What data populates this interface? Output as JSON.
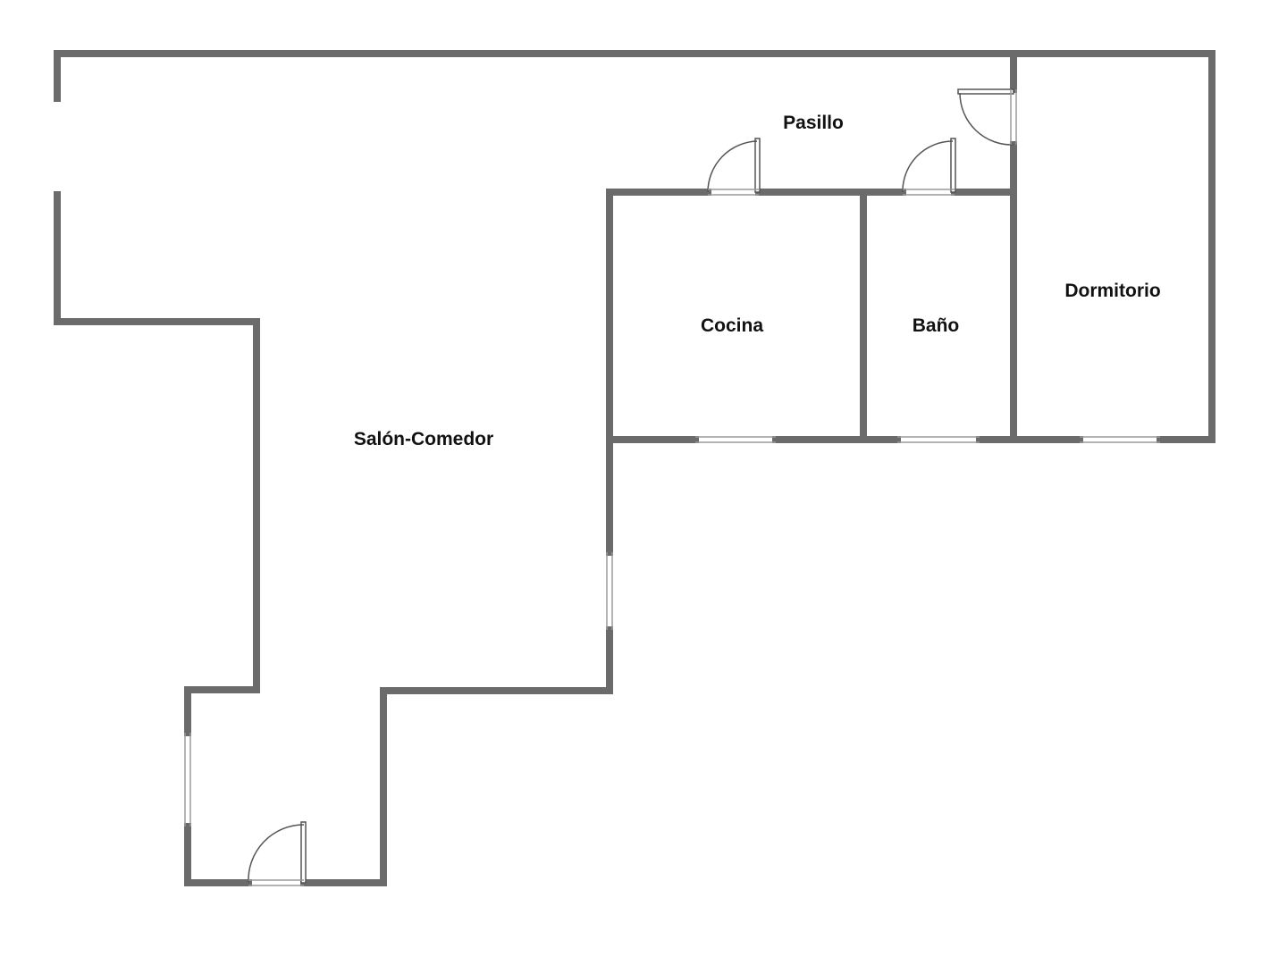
{
  "colors": {
    "wall": "#6b6b6b",
    "opening": "#9a9a9a",
    "door_arc": "#555555",
    "label": "#111111",
    "background": "#ffffff"
  },
  "rooms": {
    "pasillo": "Pasillo",
    "cocina": "Cocina",
    "bano": "Baño",
    "dormitorio": "Dormitorio",
    "salon": "Salón-Comedor"
  }
}
